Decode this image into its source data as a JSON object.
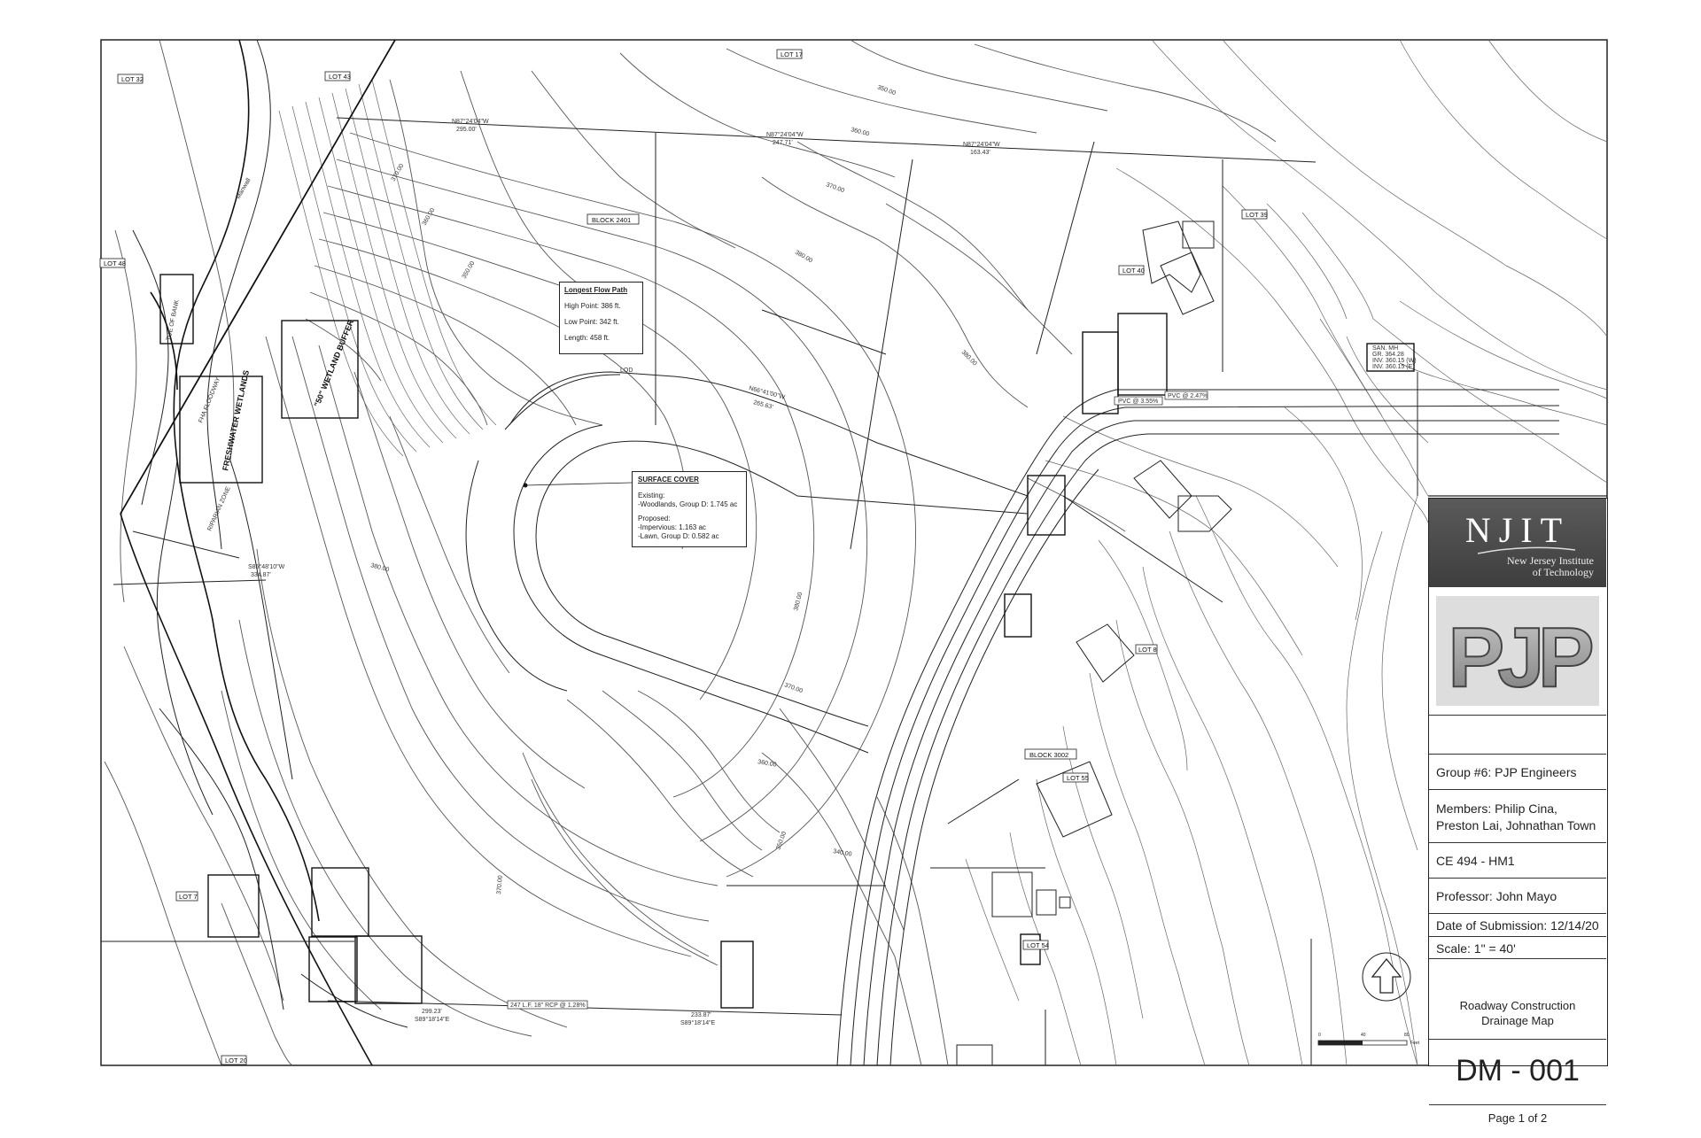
{
  "title_block": {
    "logo_main": "NJIT",
    "logo_sub_line1": "New Jersey Institute",
    "logo_sub_line2": "of Technology",
    "firm_logo": "PJP",
    "group": "Group #6: PJP Engineers",
    "members_line1": "Members: Philip Cina,",
    "members_line2": "Preston Lai, Johnathan Town",
    "course": "CE 494 - HM1",
    "professor": "Professor: John Mayo",
    "date": "Date of Submission: 12/14/20",
    "scale": "Scale: 1\" = 40'",
    "drawing_title_line1": "Roadway Construction",
    "drawing_title_line2": "Drainage Map",
    "drawing_number": "DM - 001",
    "page": "Page 1 of 2",
    "scale_bar_0": "0",
    "scale_bar_40": "40",
    "scale_bar_80": "80",
    "scale_bar_unit": "Feet"
  },
  "flow_path": {
    "heading": "Longest Flow Path",
    "high": "High Point: 386 ft.",
    "low": "Low Point: 342 ft.",
    "length": "Length: 458 ft."
  },
  "surface_cover": {
    "heading": "SURFACE COVER",
    "existing_label": "Existing:",
    "existing_woodlands": "-Woodlands, Group D: 1.745 ac",
    "proposed_label": "Proposed:",
    "proposed_impervious": "-Impervious: 1.163 ac",
    "proposed_lawn": "-Lawn, Group D: 0.582 ac"
  },
  "lot_labels": {
    "lot_32": "LOT 32",
    "lot_43": "LOT 43",
    "lot_17": "LOT 17",
    "lot_48": "LOT 48",
    "lot_39": "LOT 39",
    "lot_40": "LOT 40",
    "lot_7": "LOT 7",
    "lot_20": "LOT 20",
    "lot_55": "LOT 55",
    "lot_54": "LOT 54",
    "lot_8": "LOT 8"
  },
  "block_labels": {
    "block_2401": "BLOCK 2401",
    "block_3002": "BLOCK 3002"
  },
  "features": {
    "toe_of_bank": "TOE OF BANK",
    "fha_floodway": "FHA FLOODWAY",
    "freshwater_wetlands": "FRESHWATER WETLANDS",
    "wetland_buffer": "\"50\" WETLAND BUFFER",
    "riparian_zone": "RIPARIAN ZONE",
    "lod": "LOD",
    "manwall": "Manwall"
  },
  "contour_labels": {
    "c350a": "350.00",
    "c360a": "360.00",
    "c370a": "370.00",
    "c380a": "380.00",
    "c380b": "380.00",
    "c380c": "380.00",
    "c370b": "370.00",
    "c360b": "360.00",
    "c350b": "350.00",
    "c370c": "370.00",
    "c360c": "360.00",
    "c350c": "350.00",
    "c340a": "340.00",
    "c380d": "380.00",
    "c370d": "370.00"
  },
  "bearings": {
    "b1": "N87°24'04\"W",
    "b1d": "295.00'",
    "b2": "N87°24'04\"W",
    "b2d": "247.71'",
    "b3": "N87°24'04\"W",
    "b3d": "163.43'",
    "b4": "N66°41'00\"W",
    "b4d": "265.63'",
    "b5": "S85°48'10\"W",
    "b5d": "334.87'",
    "b6": "S89°18'14\"E",
    "b6d": "233.87'",
    "b7": "S89°18'14\"E",
    "b7d": "299.23'"
  },
  "pipe_labels": {
    "p1": "247 L.F. 18\" RCP @ 1.28%",
    "p2": "PVC @ 3.55%",
    "p3": "PVC @ 2.47%",
    "sanmh": "SAN. MH",
    "sanmh_gr": "GR. 364.28",
    "sanmh_inv1": "INV. 360.15 (W)",
    "sanmh_inv2": "INV. 360.15 (E)"
  }
}
